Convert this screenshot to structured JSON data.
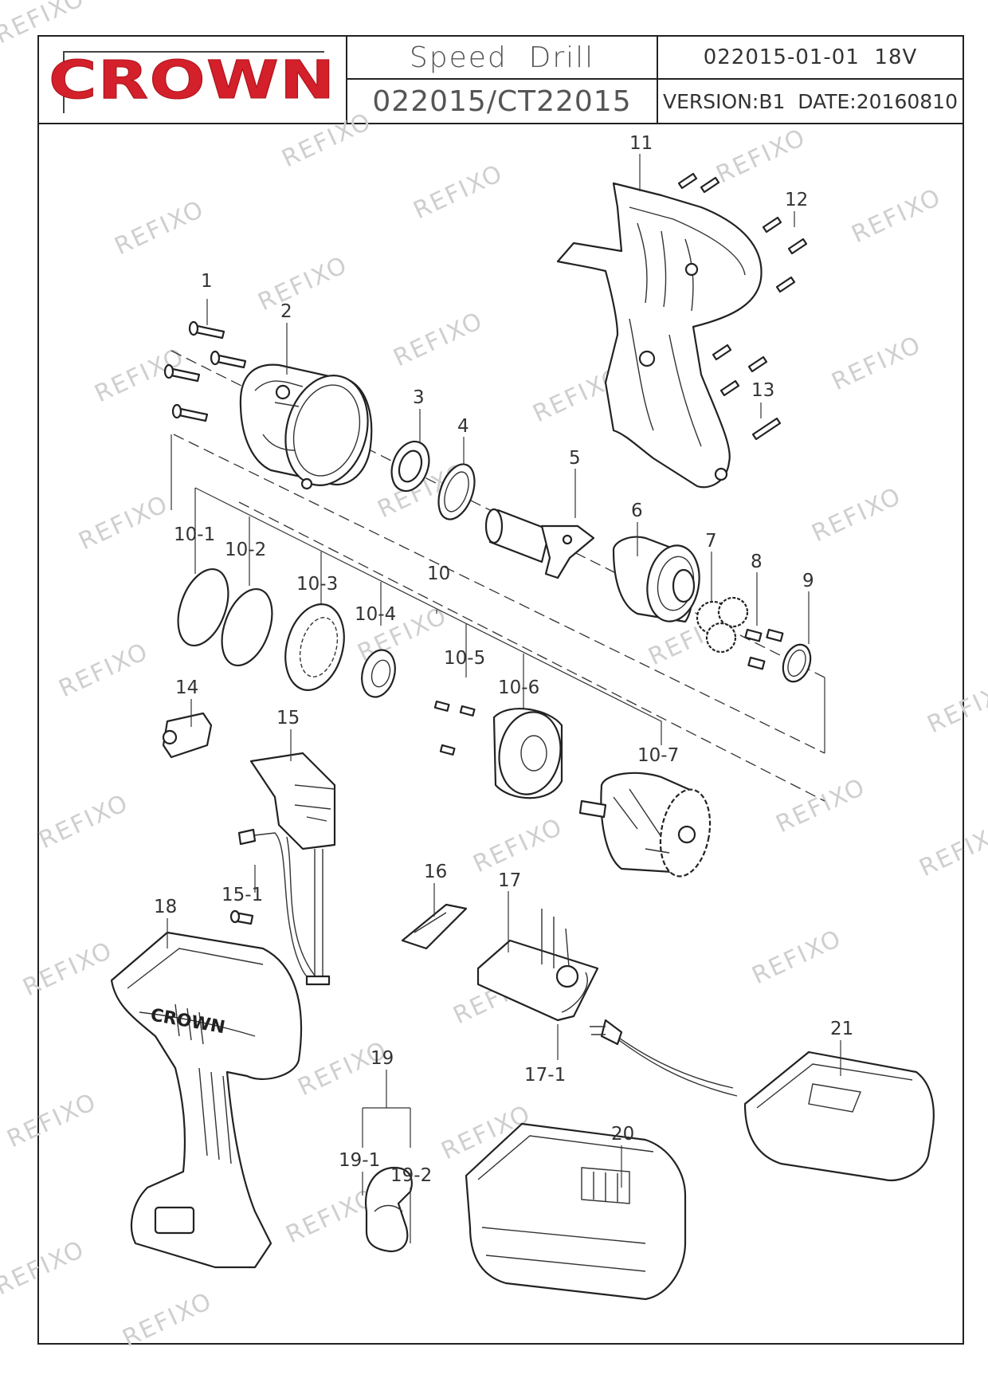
{
  "header": {
    "brand": "CROWN",
    "title": "Speed  Drill",
    "model": "022015/CT22015",
    "code": "022015-01-01  18V",
    "version": "VERSION:B1  DATE:20160810"
  },
  "watermark": "REFIXO",
  "tool_brand_marking": "CROWN",
  "part_labels": [
    {
      "id": "1",
      "text": "1"
    },
    {
      "id": "2",
      "text": "2"
    },
    {
      "id": "3",
      "text": "3"
    },
    {
      "id": "4",
      "text": "4"
    },
    {
      "id": "5",
      "text": "5"
    },
    {
      "id": "6",
      "text": "6"
    },
    {
      "id": "7",
      "text": "7"
    },
    {
      "id": "8",
      "text": "8"
    },
    {
      "id": "9",
      "text": "9"
    },
    {
      "id": "10",
      "text": "10"
    },
    {
      "id": "10-1",
      "text": "10-1"
    },
    {
      "id": "10-2",
      "text": "10-2"
    },
    {
      "id": "10-3",
      "text": "10-3"
    },
    {
      "id": "10-4",
      "text": "10-4"
    },
    {
      "id": "10-5",
      "text": "10-5"
    },
    {
      "id": "10-6",
      "text": "10-6"
    },
    {
      "id": "10-7",
      "text": "10-7"
    },
    {
      "id": "11",
      "text": "11"
    },
    {
      "id": "12",
      "text": "12"
    },
    {
      "id": "13",
      "text": "13"
    },
    {
      "id": "14",
      "text": "14"
    },
    {
      "id": "15",
      "text": "15"
    },
    {
      "id": "15-1",
      "text": "15-1"
    },
    {
      "id": "16",
      "text": "16"
    },
    {
      "id": "17",
      "text": "17"
    },
    {
      "id": "17-1",
      "text": "17-1"
    },
    {
      "id": "18",
      "text": "18"
    },
    {
      "id": "19",
      "text": "19"
    },
    {
      "id": "19-1",
      "text": "19-1"
    },
    {
      "id": "19-2",
      "text": "19-2"
    },
    {
      "id": "20",
      "text": "20"
    },
    {
      "id": "21",
      "text": "21"
    }
  ]
}
